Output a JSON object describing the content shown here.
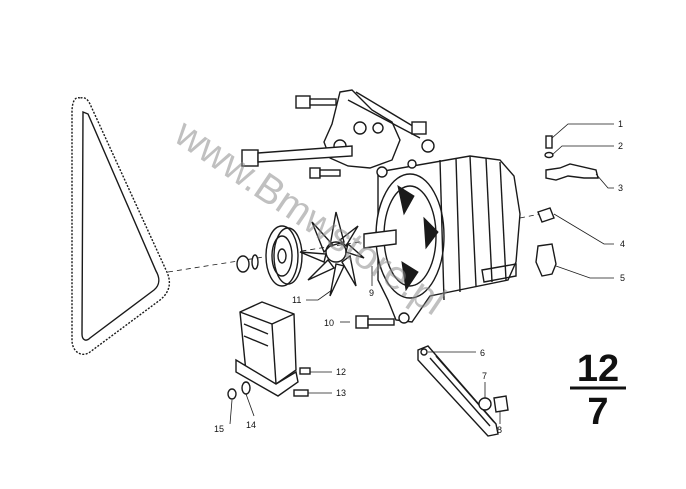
{
  "watermark": "www.Bmwstore.pl",
  "group_number": {
    "top": "12",
    "bottom": "7"
  },
  "callouts": [
    "1",
    "2",
    "3",
    "4",
    "5",
    "6",
    "7",
    "8",
    "9",
    "10",
    "11",
    "12",
    "13",
    "14",
    "15"
  ]
}
